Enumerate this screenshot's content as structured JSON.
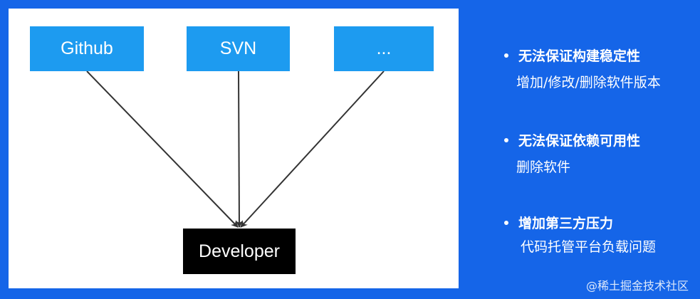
{
  "diagram": {
    "sources": [
      {
        "label": "Github"
      },
      {
        "label": "SVN"
      },
      {
        "label": "..."
      }
    ],
    "target": {
      "label": "Developer"
    }
  },
  "bullets": [
    {
      "title": "无法保证构建稳定性",
      "detail": "增加/修改/删除软件版本"
    },
    {
      "title": "无法保证依赖可用性",
      "detail": "删除软件"
    },
    {
      "title": "增加第三方压力",
      "detail": "代码托管平台负载问题"
    }
  ],
  "watermark": "@稀土掘金技术社区",
  "colors": {
    "background": "#1565e8",
    "source_box": "#1d9bf0",
    "target_box": "#000000",
    "arrow": "#333333"
  }
}
